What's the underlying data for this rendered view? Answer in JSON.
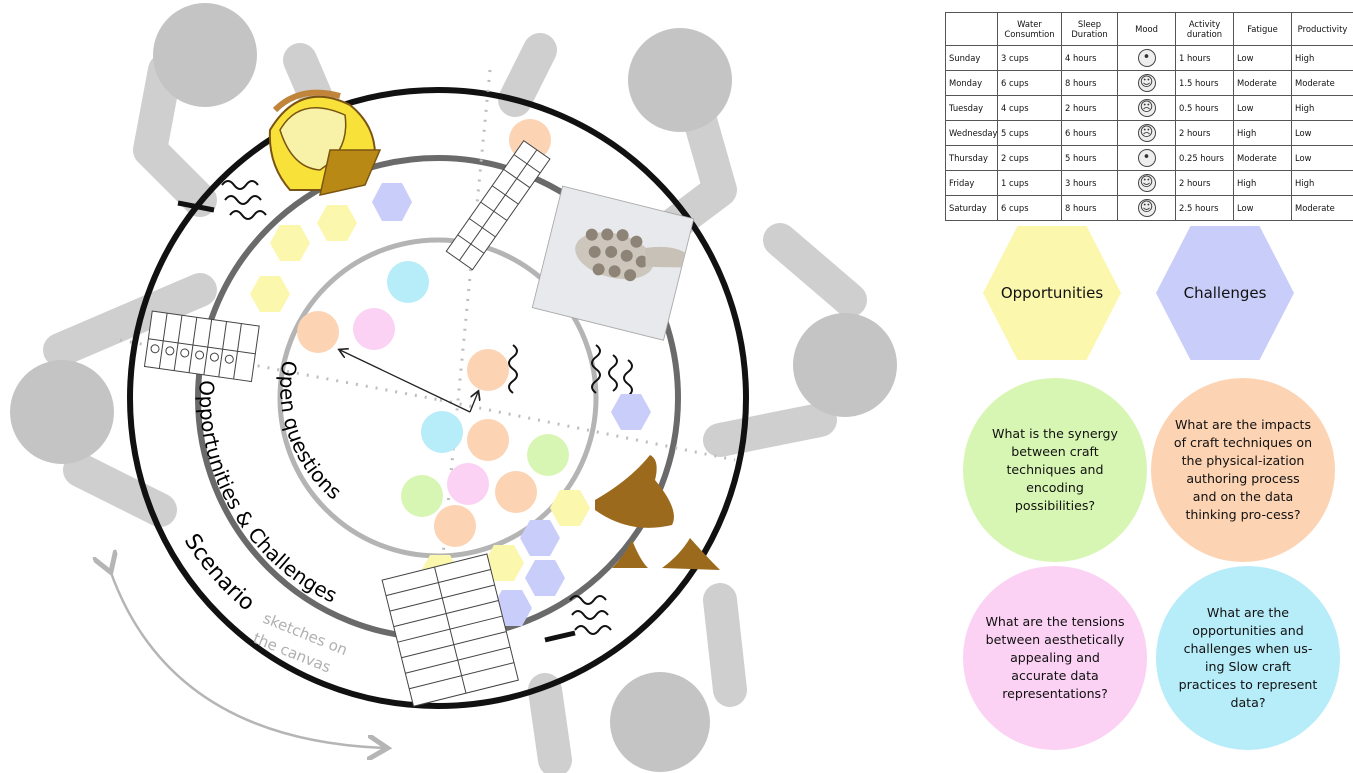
{
  "canvas": {
    "ring_labels": {
      "inner": "Open questions",
      "middle": "Opportunities & Challenges",
      "outer": "Scenario"
    },
    "sketch_note": [
      "sketches on",
      "the canvas"
    ]
  },
  "table": {
    "headers": [
      "",
      "Water Consumtion",
      "Sleep Duration",
      "Mood",
      "Activity duration",
      "Fatigue",
      "Productivity"
    ],
    "rows": [
      {
        "day": "Sunday",
        "water": "3 cups",
        "sleep": "4 hours",
        "mood": "neutral",
        "activity": "1 hours",
        "fatigue": "Low",
        "productivity": "High"
      },
      {
        "day": "Monday",
        "water": "6 cups",
        "sleep": "8 hours",
        "mood": "happy",
        "activity": "1.5 hours",
        "fatigue": "Moderate",
        "productivity": "Moderate"
      },
      {
        "day": "Tuesday",
        "water": "4 cups",
        "sleep": "2 hours",
        "mood": "sad",
        "activity": "0.5 hours",
        "fatigue": "Low",
        "productivity": "High"
      },
      {
        "day": "Wednesday",
        "water": "5 cups",
        "sleep": "6 hours",
        "mood": "sad",
        "activity": "2 hours",
        "fatigue": "High",
        "productivity": "Low"
      },
      {
        "day": "Thursday",
        "water": "2 cups",
        "sleep": "5 hours",
        "mood": "neutral",
        "activity": "0.25 hours",
        "fatigue": "Moderate",
        "productivity": "Low"
      },
      {
        "day": "Friday",
        "water": "1 cups",
        "sleep": "3 hours",
        "mood": "happy",
        "activity": "2 hours",
        "fatigue": "High",
        "productivity": "High"
      },
      {
        "day": "Saturday",
        "water": "6 cups",
        "sleep": "8 hours",
        "mood": "happy",
        "activity": "2.5 hours",
        "fatigue": "Low",
        "productivity": "Moderate"
      }
    ]
  },
  "legend": {
    "opportunities": "Opportunities",
    "challenges": "Challenges"
  },
  "questions": {
    "synergy": "What is the synergy between craft techniques and encoding possibilities?",
    "impacts": "What are the impacts of craft techniques on the physical-ization authoring process and on the data thinking pro-cess?",
    "tensions": "What are the tensions between aesthetically appealing and accurate data representations?",
    "slow": "What are the opportunities and challenges when us-ing Slow craft practices to represent data?"
  },
  "colors": {
    "opportunity_yellow": "#fbf7ac",
    "challenge_lavender": "#c9cdf9",
    "question_green": "#d8f6b3",
    "question_orange": "#fcd3b3",
    "question_pink": "#fbd1f4",
    "question_blue": "#b7ecf9",
    "person_gray": "#c9c9c9",
    "craft_brown": "#9c6a1c"
  }
}
